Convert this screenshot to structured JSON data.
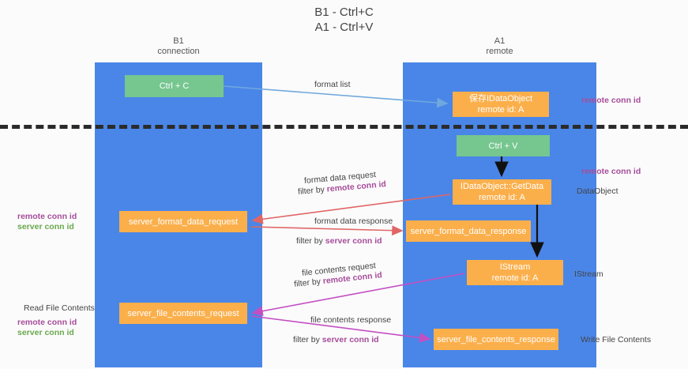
{
  "title": {
    "line1": "B1 - Ctrl+C",
    "line2": "A1 - Ctrl+V"
  },
  "lanes": [
    {
      "name": "B1",
      "subtitle": "connection",
      "color": "#4a86e8"
    },
    {
      "name": "A1",
      "subtitle": "remote",
      "color": "#4a86e8"
    }
  ],
  "nodes": {
    "ctrl_c": {
      "label": "Ctrl + C",
      "color": "#76c68f"
    },
    "data_object": {
      "label": "保存IDataObject",
      "sub": "remote id: A",
      "color": "#fbaf4b"
    },
    "ctrl_v": {
      "label": "Ctrl + V",
      "color": "#76c68f"
    },
    "get_data": {
      "label": "IDataObject::GetData",
      "sub": "remote id: A",
      "color": "#fbaf4b"
    },
    "server_format_data_request": {
      "label": "server_format_data_request",
      "color": "#fbaf4b"
    },
    "server_format_data_response": {
      "label": "server_format_data_response",
      "color": "#fbaf4b"
    },
    "istream": {
      "label": "IStream",
      "sub": "remote id: A",
      "color": "#fbaf4b"
    },
    "server_file_contents_request": {
      "label": "server_file_contents_request",
      "color": "#fbaf4b"
    },
    "server_file_contents_response": {
      "label": "server_file_contents_response",
      "color": "#fbaf4b"
    }
  },
  "edges": {
    "format_list": {
      "label": "format list",
      "color": "#6fa8dc"
    },
    "format_data_request": {
      "label": "format data request",
      "filter_prefix": "filter by ",
      "filter_key": "remote conn id",
      "color": "#e06666"
    },
    "format_data_response": {
      "label": "format data response",
      "filter_prefix": "filter by ",
      "filter_key": "server conn id",
      "color": "#e06666"
    },
    "file_contents_request": {
      "label": "file contents request",
      "filter_prefix": "filter by ",
      "filter_key": "remote conn id",
      "color": "#c34fc3"
    },
    "file_contents_response": {
      "label": "file contents response",
      "filter_prefix": "filter by ",
      "filter_key": "server conn id",
      "color": "#c34fc3"
    }
  },
  "annotations": {
    "remote_conn_id_top": "remote conn id",
    "remote_conn_id_mid": "remote conn id",
    "data_object_label": "DataObject",
    "istream_label": "IStream",
    "write_file_contents": "Write File Contents",
    "read_file_contents": "Read File Contents",
    "left_remote_conn_id_mid": "remote conn id",
    "left_server_conn_id_mid": "server conn id",
    "left_remote_conn_id_bot": "remote conn id",
    "left_server_conn_id_bot": "server conn id"
  },
  "colors": {
    "lane": "#4a86e8",
    "green_node": "#76c68f",
    "orange_node": "#fbaf4b",
    "purple_text": "#a64d9a",
    "green_text": "#6aa84f",
    "red_arrow": "#e06666",
    "blue_arrow": "#6fa8dc",
    "magenta_arrow": "#c34fc3",
    "divider": "#2b2b2b",
    "background": "#fbfbfb"
  }
}
